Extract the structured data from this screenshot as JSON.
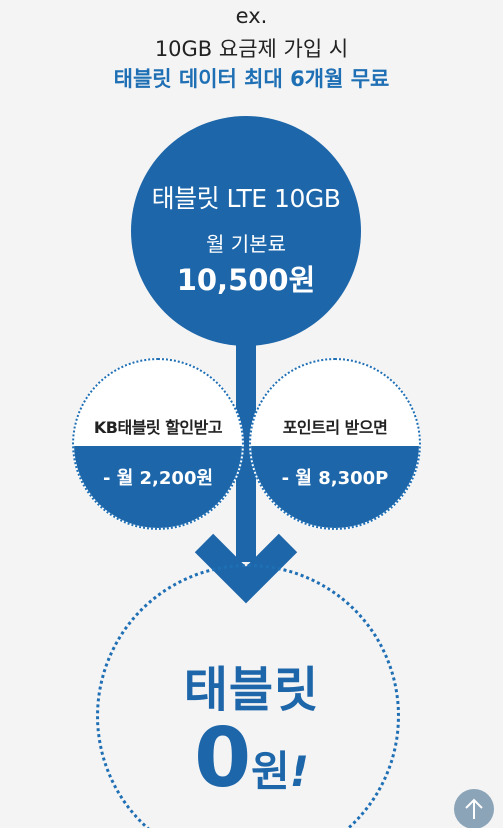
{
  "intro": {
    "ex_label": "ex.",
    "plan_line": "10GB 요금제 가입 시",
    "highlight_line": "태블릿 데이터 최대 6개월 무료"
  },
  "base_plan": {
    "name": "태블릿 LTE 10GB",
    "fee_label": "월 기본료",
    "fee_value": "10,500원"
  },
  "discounts": [
    {
      "label": "KB태블릿 할인받고",
      "amount": "- 월 2,200원"
    },
    {
      "label": "포인트리 받으면",
      "amount": "- 월 8,300P"
    }
  ],
  "result": {
    "title": "태블릿",
    "amount": "0",
    "unit": "원",
    "exclaim": "!"
  },
  "colors": {
    "primary": "#1d66a9",
    "highlight": "#1f6fb5",
    "background": "#f4f4f4",
    "top_button": "#8ba4b8"
  },
  "icons": {
    "top_button": "arrow-up-icon"
  }
}
